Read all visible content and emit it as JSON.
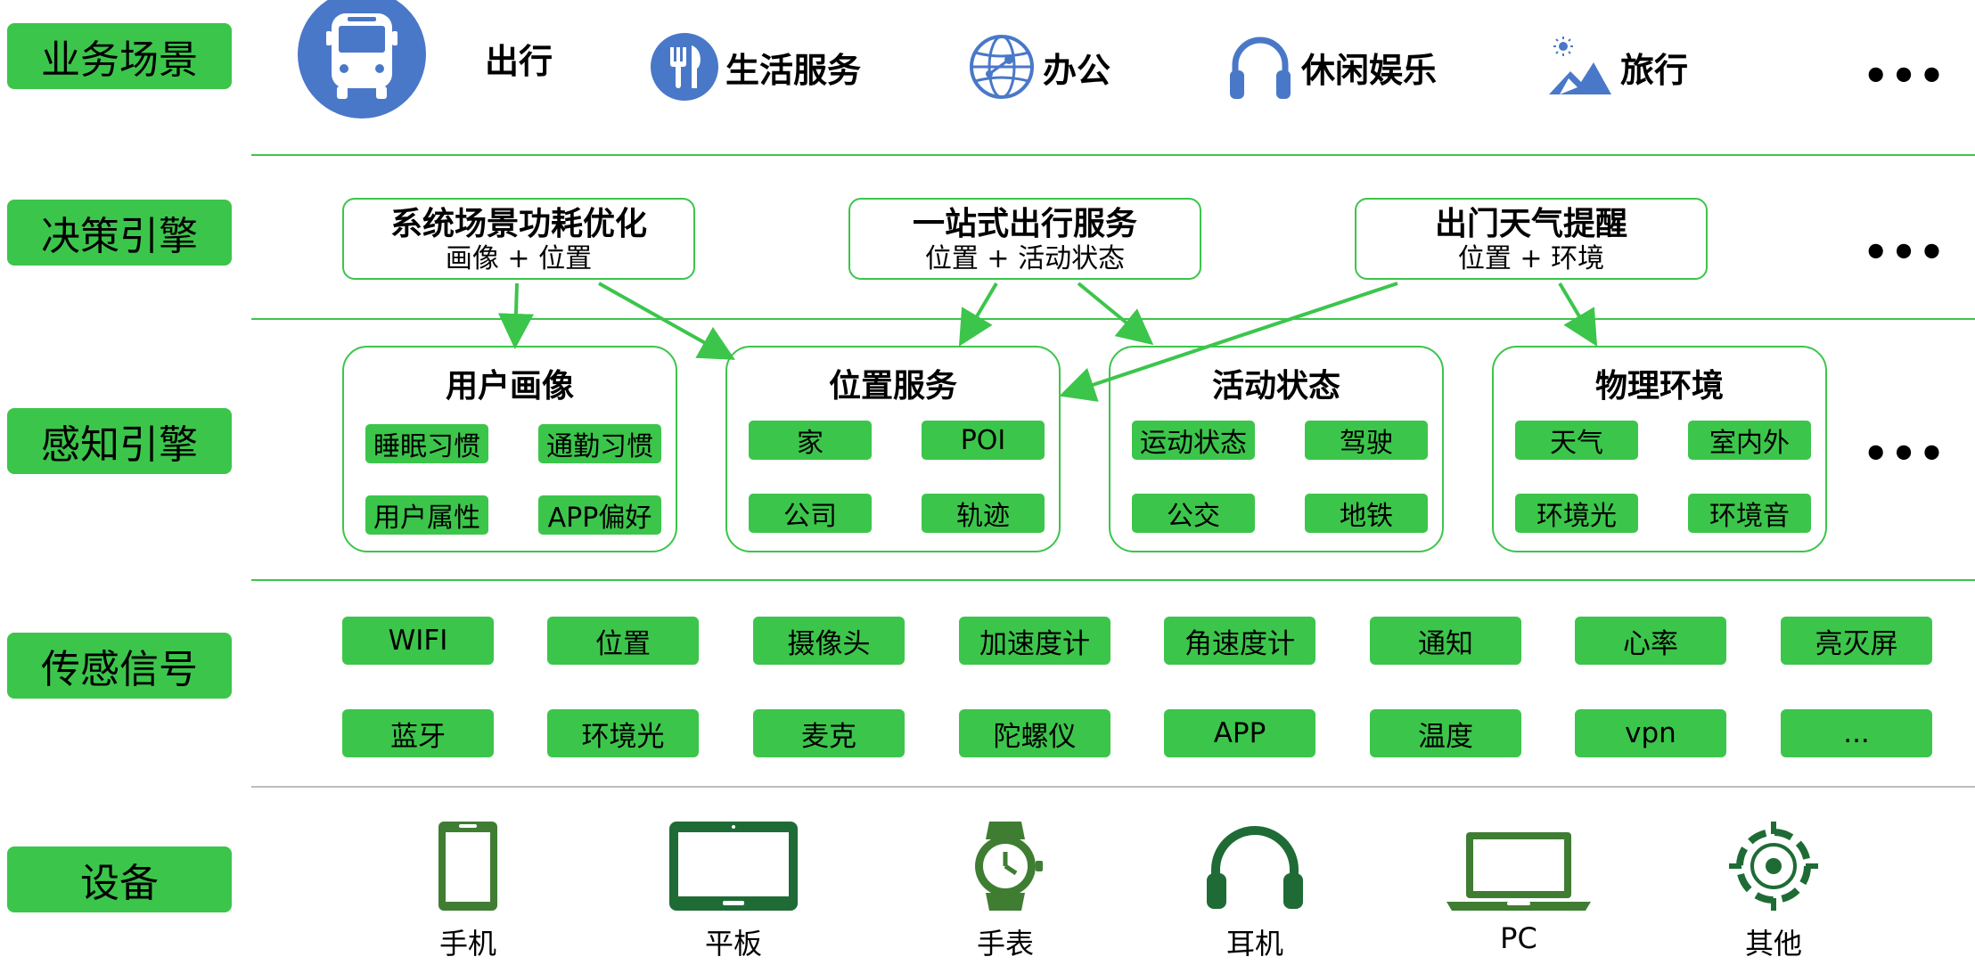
{
  "layers": {
    "business": "业务场景",
    "decision": "决策引擎",
    "perception": "感知引擎",
    "signals": "传感信号",
    "devices": "设备"
  },
  "scenes": [
    {
      "label": "出行",
      "icon": "bus-icon"
    },
    {
      "label": "生活服务",
      "icon": "fork-knife-icon"
    },
    {
      "label": "办公",
      "icon": "globe-network-icon"
    },
    {
      "label": "休闲娱乐",
      "icon": "headphones-icon"
    },
    {
      "label": "旅行",
      "icon": "mountain-sun-icon"
    }
  ],
  "ellipsis": "•••",
  "decisions": [
    {
      "title": "系统场景功耗优化",
      "sub": "画像 + 位置"
    },
    {
      "title": "一站式出行服务",
      "sub": "位置 + 活动状态"
    },
    {
      "title": "出门天气提醒",
      "sub": "位置 + 环境"
    }
  ],
  "perceptions": [
    {
      "title": "用户画像",
      "items": [
        "睡眠习惯",
        "通勤习惯",
        "用户属性",
        "APP偏好"
      ]
    },
    {
      "title": "位置服务",
      "items": [
        "家",
        "POI",
        "公司",
        "轨迹"
      ]
    },
    {
      "title": "活动状态",
      "items": [
        "运动状态",
        "驾驶",
        "公交",
        "地铁"
      ]
    },
    {
      "title": "物理环境",
      "items": [
        "天气",
        "室内外",
        "环境光",
        "环境音"
      ]
    }
  ],
  "signals": [
    [
      "WIFI",
      "位置",
      "摄像头",
      "加速度计",
      "角速度计",
      "通知",
      "心率",
      "亮灭屏"
    ],
    [
      "蓝牙",
      "环境光",
      "麦克",
      "陀螺仪",
      "APP",
      "温度",
      "vpn",
      "..."
    ]
  ],
  "devices": [
    {
      "label": "手机",
      "icon": "phone-icon"
    },
    {
      "label": "平板",
      "icon": "tablet-icon"
    },
    {
      "label": "手表",
      "icon": "watch-icon"
    },
    {
      "label": "耳机",
      "icon": "headphones-icon"
    },
    {
      "label": "PC",
      "icon": "laptop-icon"
    },
    {
      "label": "其他",
      "icon": "gear-icon"
    }
  ],
  "colors": {
    "accent": "#3cc54b",
    "scene_icon": "#4a78c8",
    "device_icon": "#3f7d33"
  }
}
